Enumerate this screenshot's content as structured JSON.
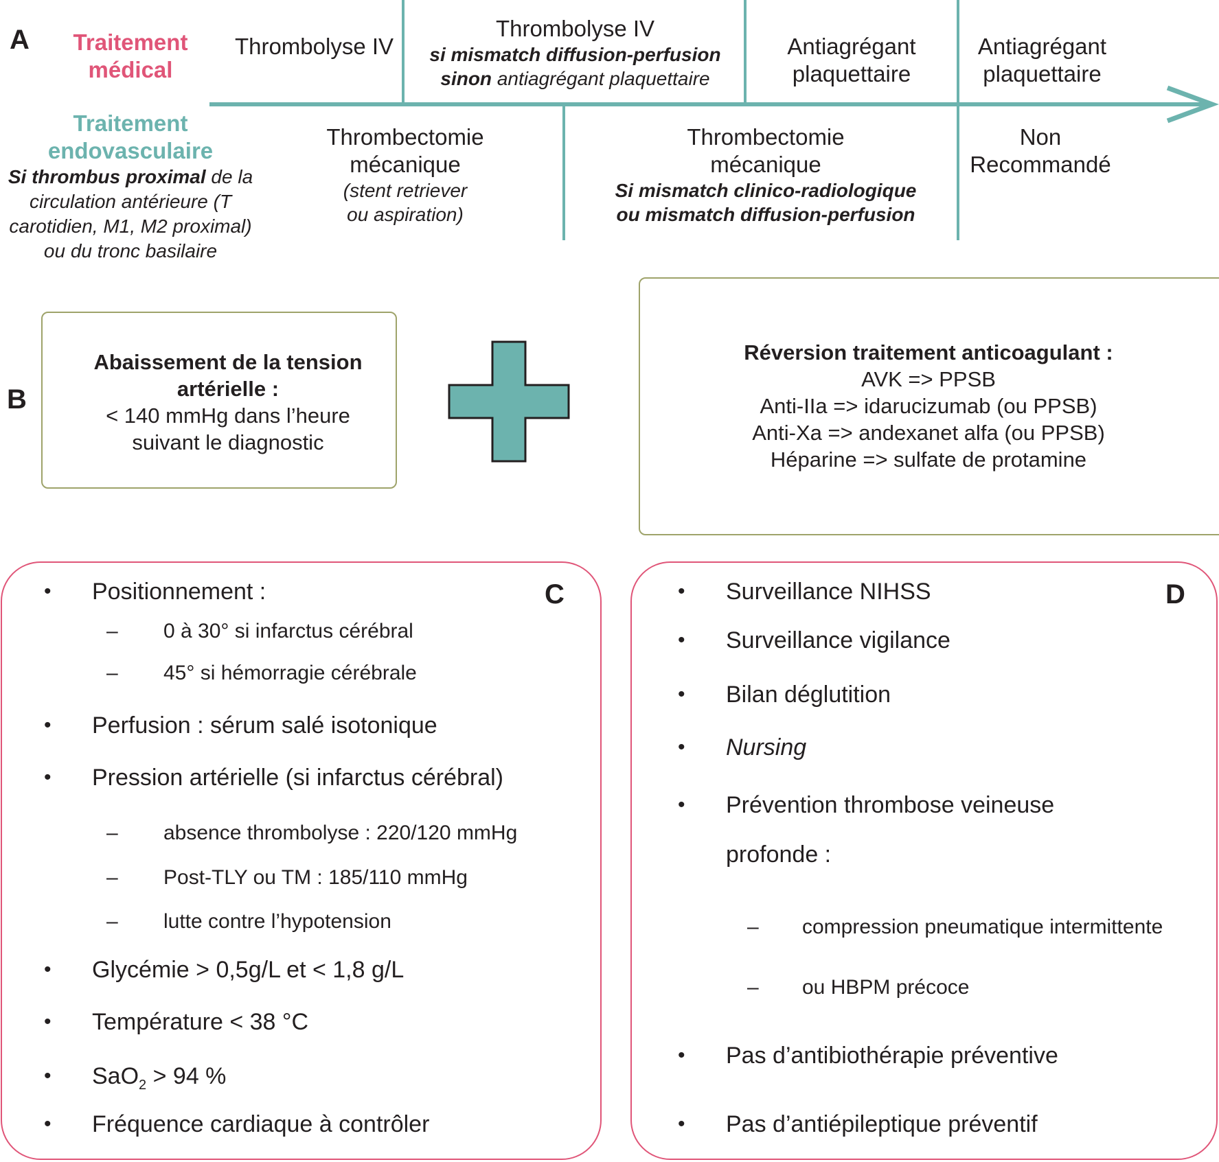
{
  "colors": {
    "pink": "#e05578",
    "teal": "#6cb3ae",
    "olive": "#9ea36a",
    "text": "#231f20"
  },
  "sectionA": {
    "letter": "A",
    "medical_label_line1": "Traitement",
    "medical_label_line2": "médical",
    "endo_label_line1": "Traitement",
    "endo_label_line2": "endovasculaire",
    "endo_condition": {
      "bold": "Si thrombus proximal",
      "line1_rest": " de la",
      "line2": "circulation antérieure (T",
      "line3": "carotidien, M1, M2 proximal)",
      "line4": "ou du tronc basilaire"
    },
    "medical_steps": [
      {
        "lines": [
          "Thrombolyse IV"
        ]
      },
      {
        "title": "Thrombolyse IV",
        "bold_line": "si mismatch diffusion-perfusion",
        "mixed_bold": "sinon",
        "mixed_rest": " antiagrégant plaquettaire"
      },
      {
        "lines": [
          "Antiagrégant",
          "plaquettaire"
        ]
      },
      {
        "lines": [
          "Antiagrégant",
          "plaquettaire"
        ]
      }
    ],
    "endo_steps": [
      {
        "line1": "Thrombectomie",
        "line2": "mécanique",
        "italic1": "(stent retriever",
        "italic2": "ou aspiration)"
      },
      {
        "line1": "Thrombectomie",
        "line2": "mécanique",
        "bold1": "Si mismatch clinico-radiologique",
        "bold2": "ou mismatch diffusion-perfusion"
      },
      {
        "line1": "Non",
        "line2": "Recommandé"
      }
    ]
  },
  "sectionB": {
    "letter": "B",
    "left_box": {
      "bold1": "Abaissement de la tension",
      "bold2": "artérielle :",
      "line1": "< 140 mmHg dans l’heure",
      "line2": "suivant le diagnostic"
    },
    "plus_icon": "plus-icon",
    "right_box": {
      "bold": "Réversion traitement anticoagulant :",
      "lines": [
        "AVK => PPSB",
        "Anti-IIa => idarucizumab (ou PPSB)",
        "Anti-Xa => andexanet alfa (ou PPSB)",
        "Héparine => sulfate de protamine"
      ]
    }
  },
  "sectionC": {
    "letter": "C",
    "positionnement": "Positionnement :",
    "pos_sub1": "0 à 30° si infarctus cérébral",
    "pos_sub2": "45° si hémorragie cérébrale",
    "perfusion": "Perfusion : sérum salé isotonique",
    "pression": "Pression artérielle (si infarctus cérébral)",
    "pres_sub1": "absence thrombolyse : 220/120 mmHg",
    "pres_sub2": "Post-TLY ou TM : 185/110 mmHg",
    "pres_sub3": "lutte contre l’hypotension",
    "glycemie": "Glycémie > 0,5g/L et < 1,8 g/L",
    "temperature": "Température < 38 °C",
    "sao2_prefix": "SaO",
    "sao2_sub": "2",
    "sao2_suffix": " > 94 %",
    "frequence": "Fréquence cardiaque à contrôler"
  },
  "sectionD": {
    "letter": "D",
    "nihss": "Surveillance NIHSS",
    "vigilance": "Surveillance vigilance",
    "deglutition": "Bilan déglutition",
    "nursing": "Nursing",
    "prevention_line1": "Prévention thrombose veineuse",
    "prevention_line2": "profonde :",
    "prev_sub1": "compression pneumatique intermittente",
    "prev_sub2": "ou HBPM précoce",
    "antibio": "Pas d’antibiothérapie préventive",
    "antiepi": "Pas d’antiépileptique préventif"
  },
  "bullet_char": "•",
  "dash_char": "–"
}
